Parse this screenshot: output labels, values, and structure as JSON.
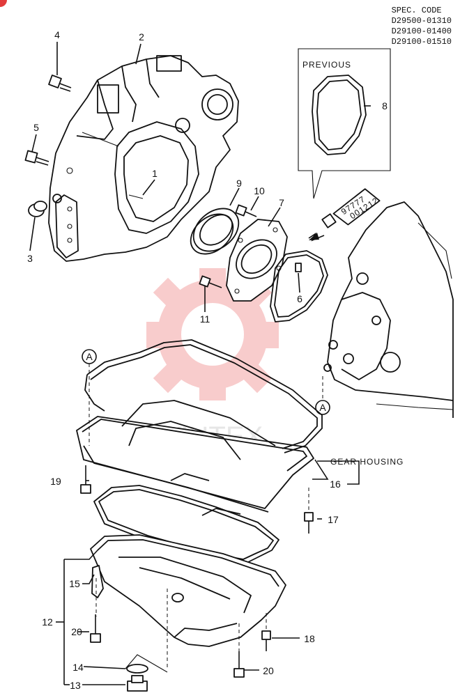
{
  "spec_code": {
    "heading": "SPEC. CODE",
    "codes": [
      "D29500-01310",
      "D29100-01400",
      "D29100-01510"
    ]
  },
  "inset_label": "PREVIOUS",
  "callouts": {
    "c1": "1",
    "c2": "2",
    "c3": "3",
    "c4": "4",
    "c5": "5",
    "c6": "6",
    "c7": "7",
    "c8": "8",
    "c9": "9",
    "c10": "10",
    "c11": "11",
    "c12": "12",
    "c13": "13",
    "c14": "14",
    "c15": "15",
    "c16": "16",
    "c17": "17",
    "c18": "18",
    "c19": "19",
    "c20a": "20",
    "c20b": "20"
  },
  "refs": {
    "a_top": "A",
    "a_right": "A"
  },
  "gear_housing": "GEAR HOUSING",
  "sealant_tube": {
    "line1": "97777",
    "line2": "001212"
  },
  "watermark": "VIHTEX",
  "colors": {
    "line": "#111111",
    "watermark": "#f3a3a3",
    "badge": "#e23b3b"
  }
}
